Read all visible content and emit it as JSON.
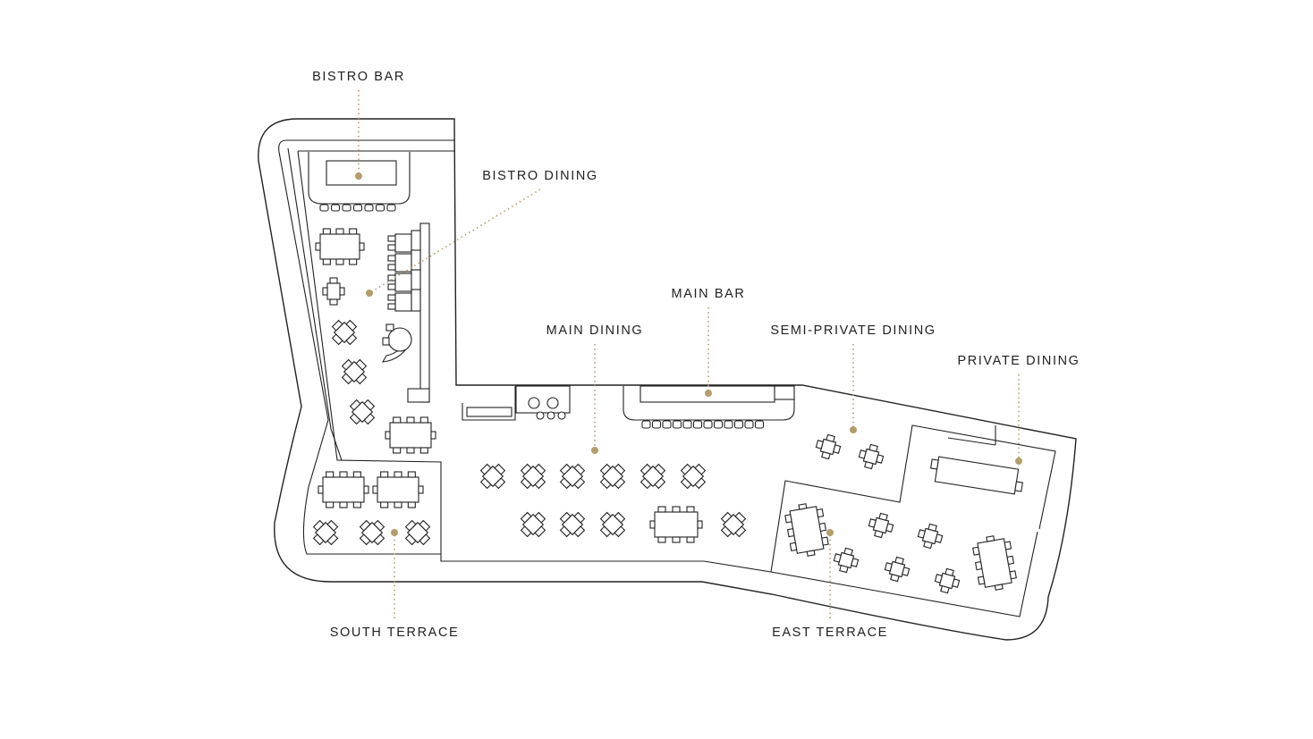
{
  "floor_plan": {
    "accent_color": "#b39d6b",
    "line_color": "#222222",
    "zones": [
      {
        "id": "bistro-bar",
        "label": "BISTRO BAR"
      },
      {
        "id": "bistro-dining",
        "label": "BISTRO DINING"
      },
      {
        "id": "main-bar",
        "label": "MAIN BAR"
      },
      {
        "id": "main-dining",
        "label": "MAIN DINING"
      },
      {
        "id": "semi-private-dining",
        "label": "SEMI-PRIVATE DINING"
      },
      {
        "id": "private-dining",
        "label": "PRIVATE DINING"
      },
      {
        "id": "south-terrace",
        "label": "SOUTH TERRACE"
      },
      {
        "id": "east-terrace",
        "label": "EAST TERRACE"
      }
    ]
  }
}
